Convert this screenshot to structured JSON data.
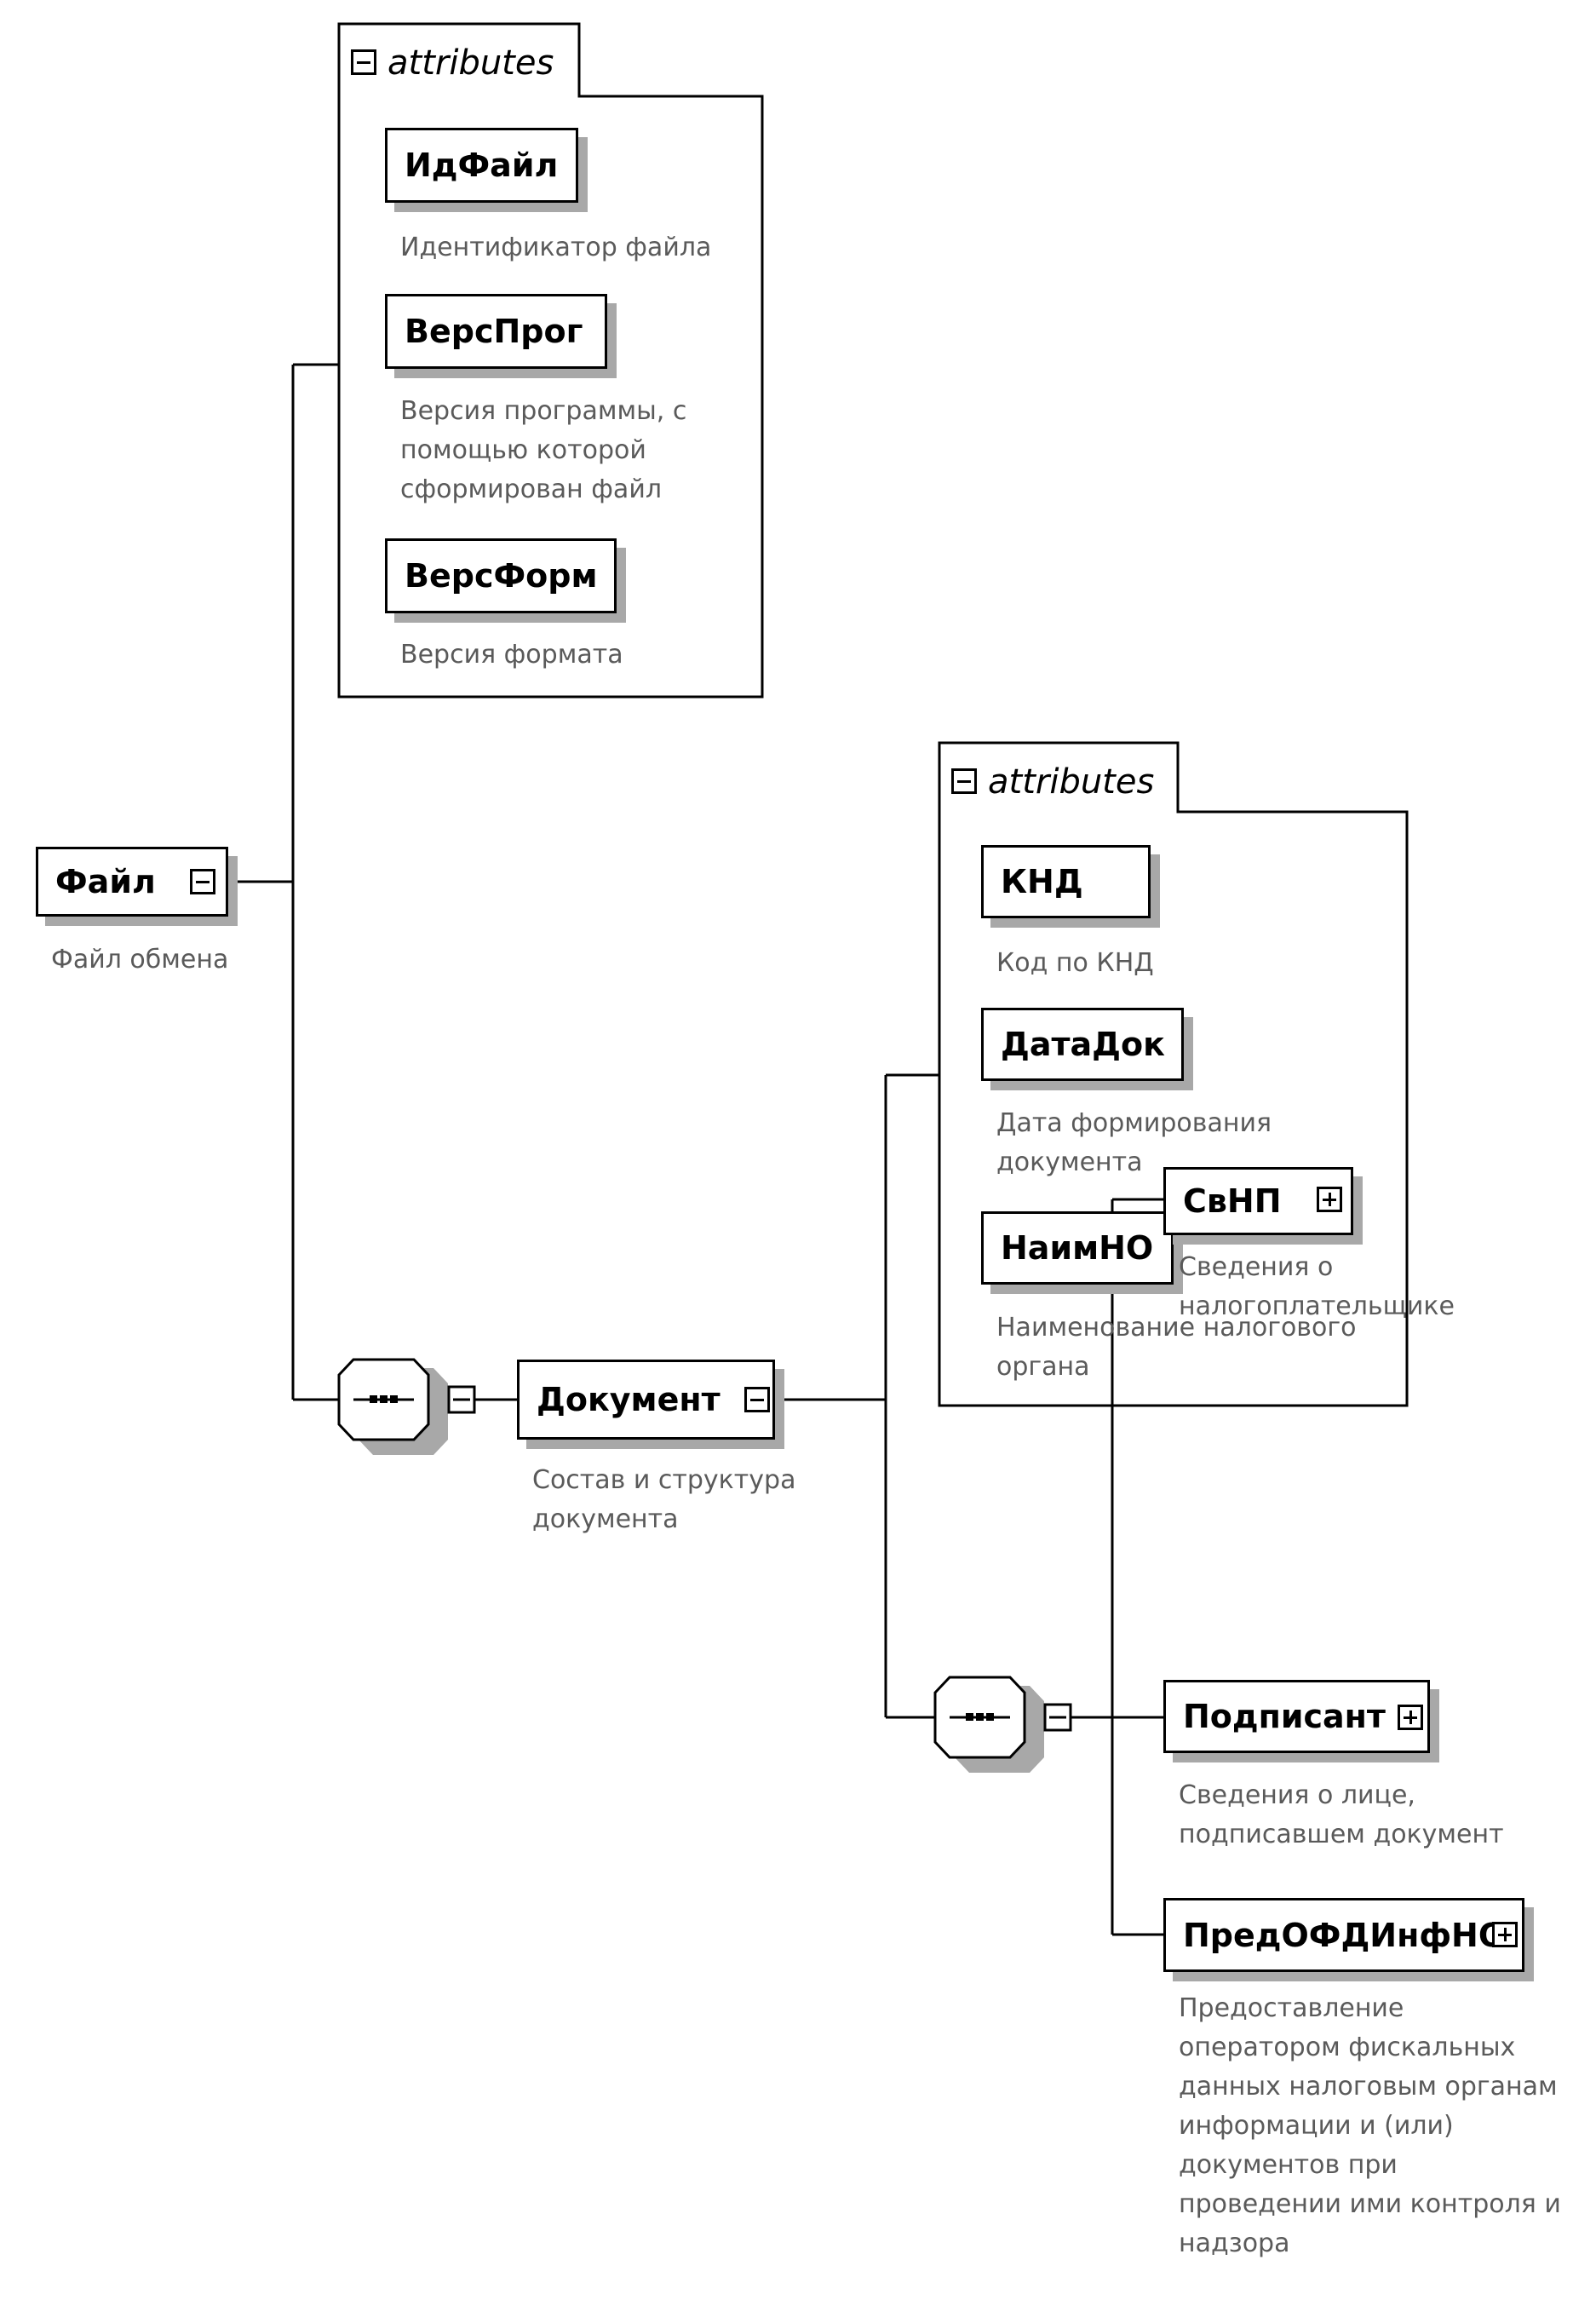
{
  "root": {
    "label": "Файл",
    "desc": "Файл обмена"
  },
  "root_attributes": {
    "title": "attributes",
    "items": [
      {
        "label": "ИдФайл",
        "desc_lines": [
          "Идентификатор файла"
        ]
      },
      {
        "label": "ВерсПрог",
        "desc_lines": [
          "Версия программы, с",
          "помощью которой",
          "сформирован файл"
        ]
      },
      {
        "label": "ВерсФорм",
        "desc_lines": [
          "Версия формата"
        ]
      }
    ]
  },
  "document": {
    "label": "Документ",
    "desc_lines": [
      "Состав и структура",
      "документа"
    ]
  },
  "document_attributes": {
    "title": "attributes",
    "items": [
      {
        "label": "КНД",
        "desc_lines": [
          "Код по КНД"
        ]
      },
      {
        "label": "ДатаДок",
        "desc_lines": [
          "Дата формирования",
          "документа"
        ]
      },
      {
        "label": "НаимНО",
        "desc_lines": [
          "Наименование налогового",
          "органа"
        ]
      }
    ]
  },
  "children": [
    {
      "label": "СвНП",
      "desc_lines": [
        "Сведения о",
        "налогоплательщике"
      ]
    },
    {
      "label": "Подписант",
      "desc_lines": [
        "Сведения о лице,",
        "подписавшем документ"
      ]
    },
    {
      "label": "ПредОФДИнфНО",
      "desc_lines": [
        "Предоставление",
        "оператором фискальных",
        "данных налоговым органам",
        "информации и (или)",
        "документов при",
        "проведении ими контроля и",
        "надзора"
      ]
    }
  ]
}
